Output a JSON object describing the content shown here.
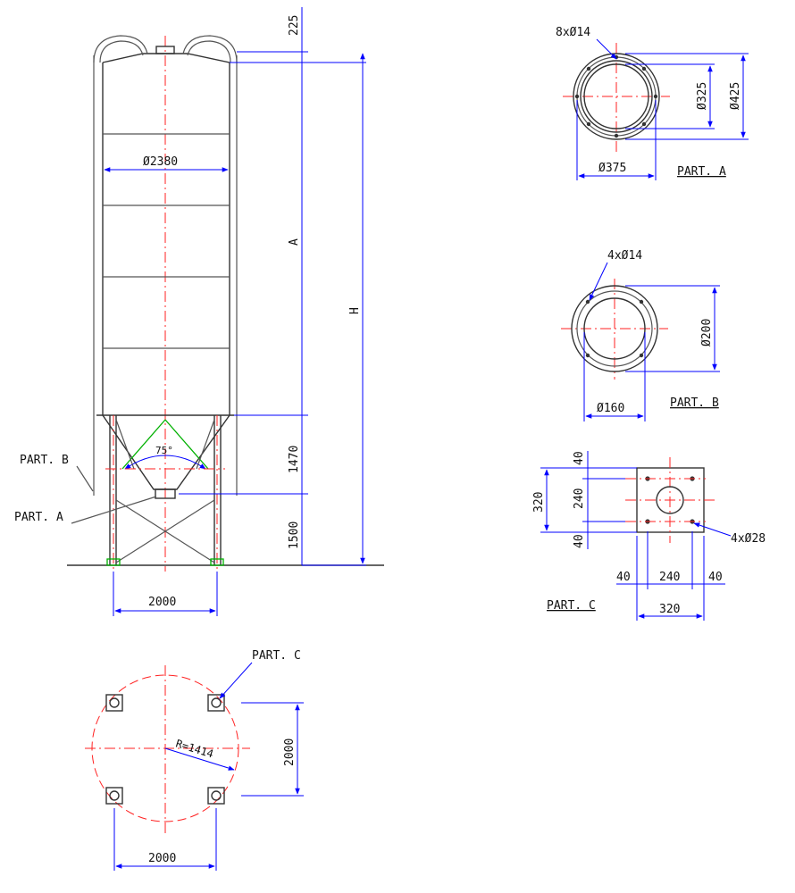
{
  "main_view": {
    "dim_225": "225",
    "dim_a": "A",
    "dim_h": "H",
    "dim_1470": "1470",
    "dim_1500": "1500",
    "dia_2380": "Ø2380",
    "angle_75": "75°",
    "legs_2000": "2000",
    "part_b": "PART. B",
    "part_a": "PART. A"
  },
  "detail_a": {
    "holes": "8xØ14",
    "d325": "Ø325",
    "d425": "Ø425",
    "d375": "Ø375",
    "title": "PART. A"
  },
  "detail_b": {
    "holes": "4xØ14",
    "d200": "Ø200",
    "d160": "Ø160",
    "title": "PART. B"
  },
  "detail_c": {
    "v320": "320",
    "v40_top": "40",
    "v240": "240",
    "v40_bot": "40",
    "holes": "4xØ28",
    "h40_left": "40",
    "h240": "240",
    "h40_right": "40",
    "title": "PART. C",
    "h320": "320"
  },
  "plan_view": {
    "part_c": "PART. C",
    "radius": "R=1414",
    "v2000": "2000",
    "h2000": "2000"
  }
}
